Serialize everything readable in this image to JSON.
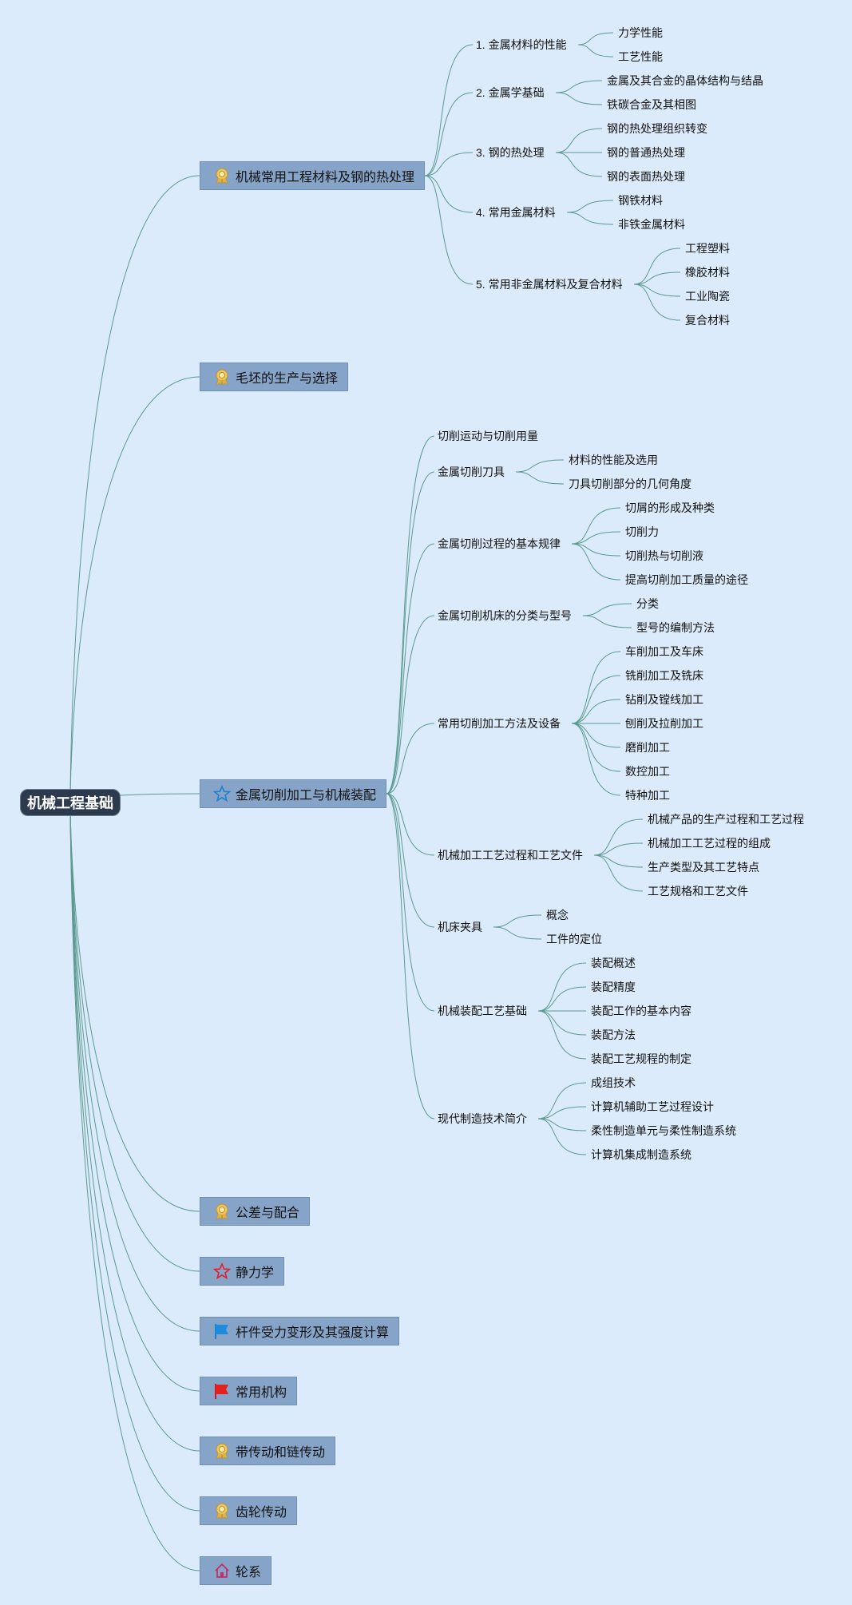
{
  "root": "机械工程基础",
  "branches": [
    {
      "label": "机械常用工程材料及钢的热处理",
      "icon": "award-ribbon-icon",
      "children": [
        {
          "label": "1. 金属材料的性能",
          "children": [
            "力学性能",
            "工艺性能"
          ]
        },
        {
          "label": "2. 金属学基础",
          "children": [
            "金属及其合金的晶体结构与结晶",
            "铁碳合金及其相图"
          ]
        },
        {
          "label": "3. 钢的热处理",
          "children": [
            "钢的热处理组织转变",
            "钢的普通热处理",
            "钢的表面热处理"
          ]
        },
        {
          "label": "4. 常用金属材料",
          "children": [
            "钢铁材料",
            "非铁金属材料"
          ]
        },
        {
          "label": "5. 常用非金属材料及复合材料",
          "children": [
            "工程塑料",
            "橡胶材料",
            "工业陶瓷",
            "复合材料"
          ]
        }
      ]
    },
    {
      "label": "毛坯的生产与选择",
      "icon": "award-ribbon-icon",
      "children": []
    },
    {
      "label": "金属切削加工与机械装配",
      "icon": "star-outline-blue-icon",
      "children": [
        {
          "label": "切削运动与切削用量",
          "children": []
        },
        {
          "label": "金属切削刀具",
          "children": [
            "材料的性能及选用",
            "刀具切削部分的几何角度"
          ]
        },
        {
          "label": "金属切削过程的基本规律",
          "children": [
            "切屑的形成及种类",
            "切削力",
            "切削热与切削液",
            "提高切削加工质量的途径"
          ]
        },
        {
          "label": "金属切削机床的分类与型号",
          "children": [
            "分类",
            "型号的编制方法"
          ]
        },
        {
          "label": "常用切削加工方法及设备",
          "children": [
            "车削加工及车床",
            "铣削加工及铣床",
            "钻削及镗线加工",
            "刨削及拉削加工",
            "磨削加工",
            "数控加工",
            "特种加工"
          ]
        },
        {
          "label": "机械加工工艺过程和工艺文件",
          "children": [
            "机械产品的生产过程和工艺过程",
            "机械加工工艺过程的组成",
            "生产类型及其工艺特点",
            "工艺规格和工艺文件"
          ]
        },
        {
          "label": "机床夹具",
          "children": [
            "概念",
            "工件的定位"
          ]
        },
        {
          "label": "机械装配工艺基础",
          "children": [
            "装配概述",
            "装配精度",
            "装配工作的基本内容",
            "装配方法",
            "装配工艺规程的制定"
          ]
        },
        {
          "label": "现代制造技术简介",
          "children": [
            "成组技术",
            "计算机辅助工艺过程设计",
            "柔性制造单元与柔性制造系统",
            "计算机集成制造系统"
          ]
        }
      ]
    },
    {
      "label": "公差与配合",
      "icon": "award-ribbon-icon",
      "children": []
    },
    {
      "label": "静力学",
      "icon": "star-outline-red-icon",
      "children": []
    },
    {
      "label": "杆件受力变形及其强度计算",
      "icon": "flag-blue-icon",
      "children": []
    },
    {
      "label": "常用机构",
      "icon": "flag-red-icon",
      "children": []
    },
    {
      "label": "带传动和链传动",
      "icon": "award-ribbon-icon",
      "children": []
    },
    {
      "label": "齿轮传动",
      "icon": "award-ribbon-icon",
      "children": []
    },
    {
      "label": "轮系",
      "icon": "home-icon",
      "children": []
    }
  ],
  "colors": {
    "background": "#dcebfb",
    "link": "#5a9a90",
    "root_fill": "#2d3a4d",
    "branch_fill": "#86a4c8"
  }
}
